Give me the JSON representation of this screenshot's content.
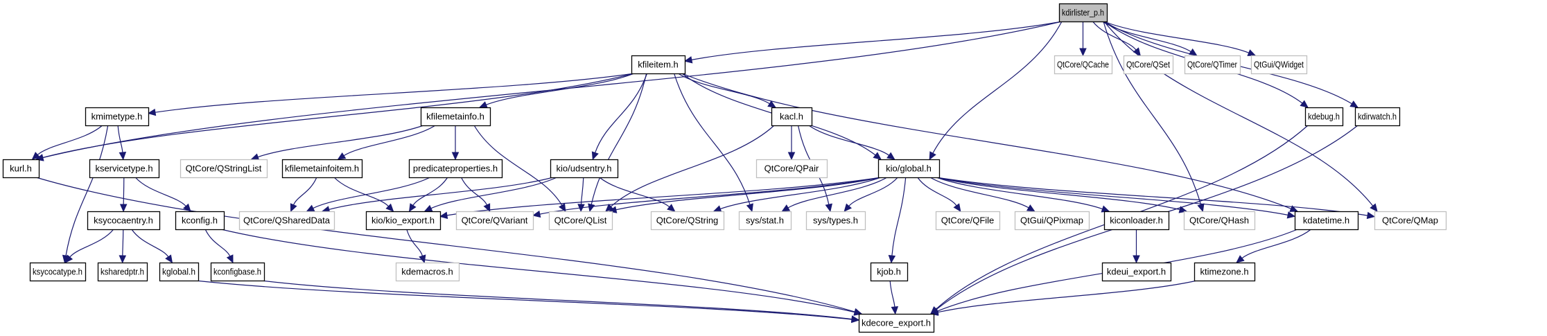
{
  "diagram": {
    "title": "kdirlister_p.h include dependency graph",
    "colors": {
      "edge": "#191970",
      "root_fill": "#bfbfbf",
      "documented_border": "#000000",
      "external_border": "#bfbfbf",
      "external_text": "#000000"
    },
    "nodes": [
      {
        "id": "kdirlister_p",
        "label": "kdirlister_p.h",
        "kind": "root"
      },
      {
        "id": "kfileitem",
        "label": "kfileitem.h",
        "kind": "documented"
      },
      {
        "id": "QCache",
        "label": "QtCore/QCache",
        "kind": "external"
      },
      {
        "id": "QSet",
        "label": "QtCore/QSet",
        "kind": "external"
      },
      {
        "id": "QTimer",
        "label": "QtCore/QTimer",
        "kind": "external"
      },
      {
        "id": "QWidget",
        "label": "QtGui/QWidget",
        "kind": "external"
      },
      {
        "id": "kmimetype",
        "label": "kmimetype.h",
        "kind": "documented"
      },
      {
        "id": "kfilemetainfo",
        "label": "kfilemetainfo.h",
        "kind": "documented"
      },
      {
        "id": "kacl",
        "label": "kacl.h",
        "kind": "documented"
      },
      {
        "id": "kdebug",
        "label": "kdebug.h",
        "kind": "documented"
      },
      {
        "id": "kdirwatch",
        "label": "kdirwatch.h",
        "kind": "documented"
      },
      {
        "id": "kurl",
        "label": "kurl.h",
        "kind": "documented"
      },
      {
        "id": "kservicetype",
        "label": "kservicetype.h",
        "kind": "documented"
      },
      {
        "id": "QStringList",
        "label": "QtCore/QStringList",
        "kind": "external"
      },
      {
        "id": "kfilemetainfoitem",
        "label": "kfilemetainfoitem.h",
        "kind": "documented"
      },
      {
        "id": "predicateproperties",
        "label": "predicateproperties.h",
        "kind": "documented"
      },
      {
        "id": "udsentry",
        "label": "kio/udsentry.h",
        "kind": "documented"
      },
      {
        "id": "QPair",
        "label": "QtCore/QPair",
        "kind": "external"
      },
      {
        "id": "global",
        "label": "kio/global.h",
        "kind": "documented"
      },
      {
        "id": "ksycocaentry",
        "label": "ksycocaentry.h",
        "kind": "documented"
      },
      {
        "id": "kconfig",
        "label": "kconfig.h",
        "kind": "documented"
      },
      {
        "id": "QSharedData",
        "label": "QtCore/QSharedData",
        "kind": "external"
      },
      {
        "id": "kio_export",
        "label": "kio/kio_export.h",
        "kind": "documented"
      },
      {
        "id": "QVariant",
        "label": "QtCore/QVariant",
        "kind": "external"
      },
      {
        "id": "QList",
        "label": "QtCore/QList",
        "kind": "external"
      },
      {
        "id": "QString",
        "label": "QtCore/QString",
        "kind": "external"
      },
      {
        "id": "sys_stat",
        "label": "sys/stat.h",
        "kind": "external"
      },
      {
        "id": "sys_types",
        "label": "sys/types.h",
        "kind": "external"
      },
      {
        "id": "QFile",
        "label": "QtCore/QFile",
        "kind": "external"
      },
      {
        "id": "QPixmap",
        "label": "QtGui/QPixmap",
        "kind": "external"
      },
      {
        "id": "kiconloader",
        "label": "kiconloader.h",
        "kind": "documented"
      },
      {
        "id": "QHash",
        "label": "QtCore/QHash",
        "kind": "external"
      },
      {
        "id": "kdatetime",
        "label": "kdatetime.h",
        "kind": "documented"
      },
      {
        "id": "QMap",
        "label": "QtCore/QMap",
        "kind": "external"
      },
      {
        "id": "ksycocatype",
        "label": "ksycocatype.h",
        "kind": "documented"
      },
      {
        "id": "ksharedptr",
        "label": "ksharedptr.h",
        "kind": "documented"
      },
      {
        "id": "kglobal",
        "label": "kglobal.h",
        "kind": "documented"
      },
      {
        "id": "kconfigbase",
        "label": "kconfigbase.h",
        "kind": "documented"
      },
      {
        "id": "kdemacros",
        "label": "kdemacros.h",
        "kind": "external"
      },
      {
        "id": "kjob",
        "label": "kjob.h",
        "kind": "documented"
      },
      {
        "id": "kdeui_export",
        "label": "kdeui_export.h",
        "kind": "documented"
      },
      {
        "id": "ktimezone",
        "label": "ktimezone.h",
        "kind": "documented"
      },
      {
        "id": "kdecore_export",
        "label": "kdecore_export.h",
        "kind": "documented"
      }
    ],
    "edges": [
      [
        "kdirlister_p",
        "kfileitem"
      ],
      [
        "kdirlister_p",
        "QCache"
      ],
      [
        "kdirlister_p",
        "QSet"
      ],
      [
        "kdirlister_p",
        "QTimer"
      ],
      [
        "kdirlister_p",
        "QWidget"
      ],
      [
        "kdirlister_p",
        "kurl"
      ],
      [
        "kdirlister_p",
        "global"
      ],
      [
        "kdirlister_p",
        "QHash"
      ],
      [
        "kdirlister_p",
        "QMap"
      ],
      [
        "kdirlister_p",
        "kdebug"
      ],
      [
        "kdirlister_p",
        "kdirwatch"
      ],
      [
        "kfileitem",
        "kmimetype"
      ],
      [
        "kfileitem",
        "kurl"
      ],
      [
        "kfileitem",
        "kfilemetainfo"
      ],
      [
        "kfileitem",
        "udsentry"
      ],
      [
        "kfileitem",
        "QList"
      ],
      [
        "kfileitem",
        "sys_stat"
      ],
      [
        "kfileitem",
        "kacl"
      ],
      [
        "kfileitem",
        "global"
      ],
      [
        "kfileitem",
        "kdatetime"
      ],
      [
        "kmimetype",
        "kurl"
      ],
      [
        "kmimetype",
        "kservicetype"
      ],
      [
        "kmimetype",
        "ksycocatype"
      ],
      [
        "kfilemetainfo",
        "QStringList"
      ],
      [
        "kfilemetainfo",
        "kfilemetainfoitem"
      ],
      [
        "kfilemetainfo",
        "predicateproperties"
      ],
      [
        "kfilemetainfo",
        "QList"
      ],
      [
        "kservicetype",
        "ksycocaentry"
      ],
      [
        "kservicetype",
        "kconfig"
      ],
      [
        "kfilemetainfoitem",
        "QSharedData"
      ],
      [
        "kfilemetainfoitem",
        "kio_export"
      ],
      [
        "predicateproperties",
        "QSharedData"
      ],
      [
        "predicateproperties",
        "kio_export"
      ],
      [
        "predicateproperties",
        "QVariant"
      ],
      [
        "udsentry",
        "QSharedData"
      ],
      [
        "udsentry",
        "kio_export"
      ],
      [
        "udsentry",
        "QList"
      ],
      [
        "udsentry",
        "QString"
      ],
      [
        "kacl",
        "QPair"
      ],
      [
        "kacl",
        "global"
      ],
      [
        "kacl",
        "QList"
      ],
      [
        "kacl",
        "sys_types"
      ],
      [
        "global",
        "kio_export"
      ],
      [
        "global",
        "QVariant"
      ],
      [
        "global",
        "QList"
      ],
      [
        "global",
        "QString"
      ],
      [
        "global",
        "sys_stat"
      ],
      [
        "global",
        "sys_types"
      ],
      [
        "global",
        "QFile"
      ],
      [
        "global",
        "QPixmap"
      ],
      [
        "global",
        "kiconloader"
      ],
      [
        "global",
        "QHash"
      ],
      [
        "global",
        "kdatetime"
      ],
      [
        "global",
        "QMap"
      ],
      [
        "global",
        "kjob"
      ],
      [
        "ksycocaentry",
        "ksycocatype"
      ],
      [
        "ksycocaentry",
        "ksharedptr"
      ],
      [
        "ksycocaentry",
        "kglobal"
      ],
      [
        "kconfig",
        "kconfigbase"
      ],
      [
        "kconfig",
        "kdecore_export"
      ],
      [
        "kio_export",
        "kdemacros"
      ],
      [
        "kiconloader",
        "kdeui_export"
      ],
      [
        "kdatetime",
        "ktimezone"
      ],
      [
        "kdatetime",
        "kdecore_export"
      ],
      [
        "kurl",
        "kdecore_export"
      ],
      [
        "kglobal",
        "kdecore_export"
      ],
      [
        "kconfigbase",
        "kdecore_export"
      ],
      [
        "kjob",
        "kdecore_export"
      ],
      [
        "ktimezone",
        "kdecore_export"
      ],
      [
        "kdebug",
        "kdecore_export"
      ],
      [
        "kdirwatch",
        "kdecore_export"
      ]
    ]
  }
}
